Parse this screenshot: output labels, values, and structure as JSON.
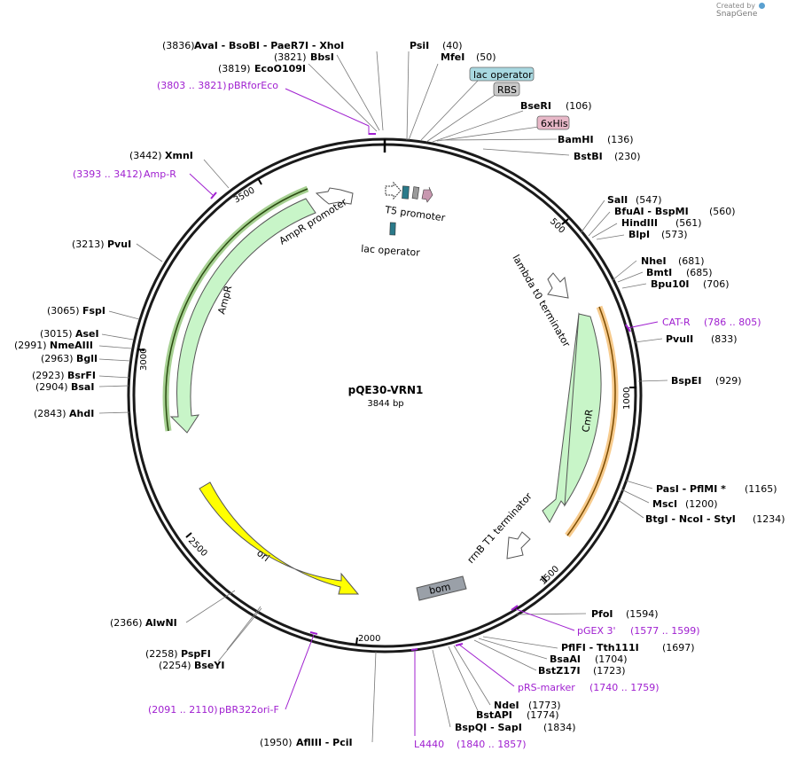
{
  "credit": {
    "prefix": "Created by",
    "brand": "SnapGene"
  },
  "plasmid": {
    "name": "pQE30-VRN1",
    "length": "3844 bp"
  },
  "ruler": [
    "500",
    "1000",
    "1500",
    "2000",
    "2500",
    "3000",
    "3500"
  ],
  "colors": {
    "primer": "#a020d0",
    "cut_label": "#000000",
    "backbone": "#000000",
    "cmr_fill": "#c8f5c8",
    "cmr_border": "#f0a030",
    "ampr_fill": "#c8f5c8",
    "ampr_border": "#2a6a10",
    "ori_fill": "#ffff00",
    "bom_fill": "#9aa0a8",
    "lac_operator": "#a8d8e0",
    "rbs": "#c8c8c8",
    "his": "#e8b8c8"
  },
  "features": {
    "t5_promoter": "T5 promoter",
    "lac_operator": "lac operator",
    "lambda_t0": "lambda t0 terminator",
    "cmr": "CmR",
    "rrnb_t1": "rrnB T1 terminator",
    "bom": "bom",
    "ori": "ori",
    "ampr": "AmpR",
    "ampr_promoter": "AmpR promoter"
  },
  "boxed_labels": [
    {
      "text": "lac operator",
      "style": "lac"
    },
    {
      "text": "RBS",
      "style": "rbs"
    },
    {
      "text": "6xHis",
      "style": "his"
    }
  ],
  "sites": [
    {
      "pos": "(40)",
      "name": "PsiI"
    },
    {
      "pos": "(50)",
      "name": "MfeI"
    },
    {
      "pos": "(106)",
      "name": "BseRI"
    },
    {
      "pos": "(136)",
      "name": "BamHI"
    },
    {
      "pos": "(230)",
      "name": "BstBI"
    },
    {
      "pos": "(547)",
      "name": "SalI"
    },
    {
      "pos": "(560)",
      "name": "BfuAI  - BspMI"
    },
    {
      "pos": "(561)",
      "name": "HindIII"
    },
    {
      "pos": "(573)",
      "name": "BlpI"
    },
    {
      "pos": "(681)",
      "name": "NheI"
    },
    {
      "pos": "(685)",
      "name": "BmtI"
    },
    {
      "pos": "(706)",
      "name": "Bpu10I"
    },
    {
      "pos": "(833)",
      "name": "PvuII"
    },
    {
      "pos": "(929)",
      "name": "BspEI"
    },
    {
      "pos": "(1165)",
      "name": "PasI  - PflMI *"
    },
    {
      "pos": "(1200)",
      "name": "MscI"
    },
    {
      "pos": "(1234)",
      "name": "BtgI  - NcoI  - StyI"
    },
    {
      "pos": "(1594)",
      "name": "PfoI"
    },
    {
      "pos": "(1697)",
      "name": "PflFI  - Tth111I"
    },
    {
      "pos": "(1704)",
      "name": "BsaAI"
    },
    {
      "pos": "(1723)",
      "name": "BstZ17I"
    },
    {
      "pos": "(1773)",
      "name": "NdeI"
    },
    {
      "pos": "(1774)",
      "name": "BstAPI"
    },
    {
      "pos": "(1834)",
      "name": "BspQI  - SapI"
    },
    {
      "pos": "(1950)",
      "name": "AflIII  - PciI"
    },
    {
      "pos": "(2254)",
      "name": "BseYI"
    },
    {
      "pos": "(2258)",
      "name": "PspFI"
    },
    {
      "pos": "(2366)",
      "name": "AlwNI"
    },
    {
      "pos": "(2843)",
      "name": "AhdI"
    },
    {
      "pos": "(2904)",
      "name": "BsaI"
    },
    {
      "pos": "(2923)",
      "name": "BsrFI"
    },
    {
      "pos": "(2963)",
      "name": "BglI"
    },
    {
      "pos": "(2991)",
      "name": "NmeAIII"
    },
    {
      "pos": "(3015)",
      "name": "AseI"
    },
    {
      "pos": "(3065)",
      "name": "FspI"
    },
    {
      "pos": "(3213)",
      "name": "PvuI"
    },
    {
      "pos": "(3442)",
      "name": "XmnI"
    },
    {
      "pos": "(3819)",
      "name": "EcoO109I"
    },
    {
      "pos": "(3821)",
      "name": "BbsI"
    },
    {
      "pos": "(3836)",
      "name": "AvaI  - BsoBI  - PaeR7I  - XhoI"
    }
  ],
  "primers": [
    {
      "text": "CAT-R",
      "range": "(786 .. 805)"
    },
    {
      "text": "pGEX 3'",
      "range": "(1577 .. 1599)"
    },
    {
      "text": "pRS-marker",
      "range": "(1740 .. 1759)"
    },
    {
      "text": "L4440",
      "range": "(1840 .. 1857)"
    },
    {
      "text": "pBR322ori-F",
      "range": "(2091 .. 2110)"
    },
    {
      "text": "Amp-R",
      "range": "(3393 .. 3412)"
    },
    {
      "text": "pBRforEco",
      "range": "(3803 .. 3821)"
    }
  ]
}
